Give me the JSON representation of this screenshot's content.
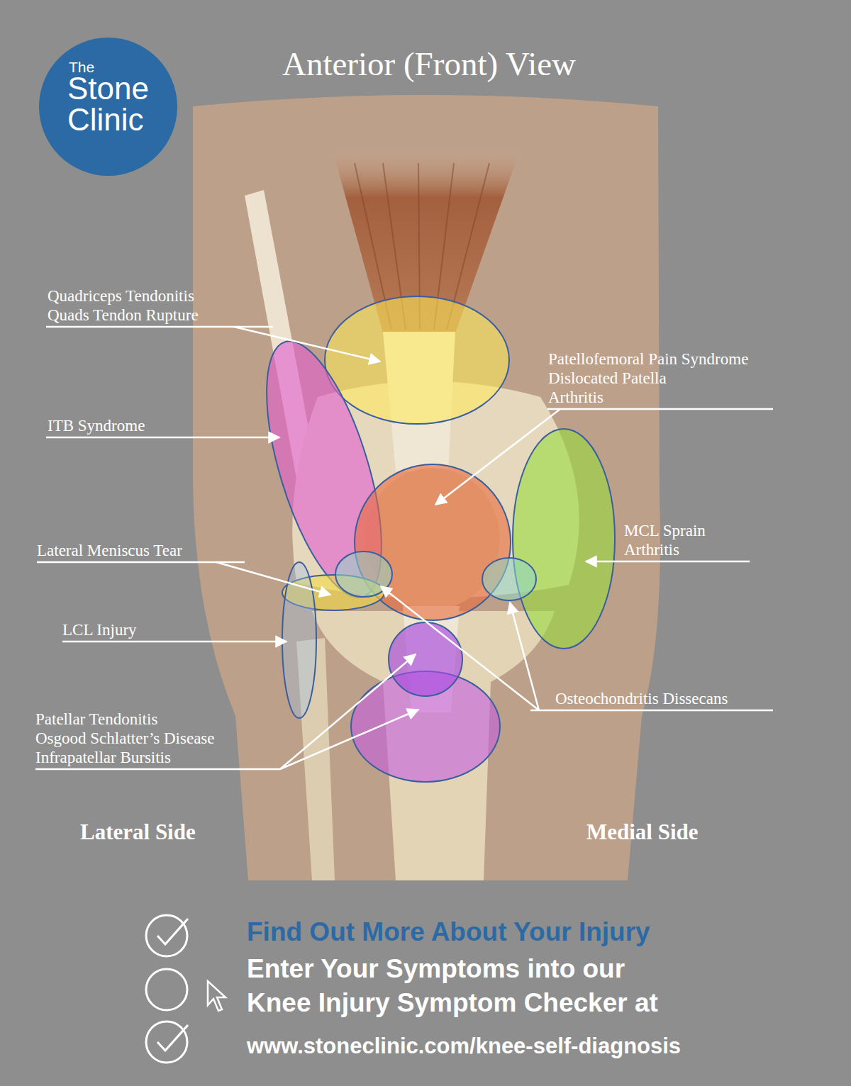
{
  "diagram": {
    "title": "Anterior (Front) View",
    "nodes": [
      {
        "text": [
          "The",
          "Stone Clinic"
        ]
      }
    ],
    "labels": [
      "Quadriceps Tendonitis",
      "Quads Tendon Rupture",
      "Patellofemoral Pain Syndrome",
      "Dislocated Patella",
      "Arthritis",
      "ITB Syndrome",
      "MCL Sprain",
      "Arthritis",
      "Lateral Meniscus Tear",
      "LCL Injury",
      "Osteochondritis Dissecans",
      "Patellar Tendonitis",
      "Osgood Schlatter’s Disease",
      "Infrapatellar Bursitis",
      "Lateral Side",
      "Medial Side",
      "Find Out More About Your Injury",
      "Enter Your Symptoms into our Knee Injury Symptom Checker at",
      "www.stoneclinic.com/knee-self-diagnosis"
    ]
  }
}
